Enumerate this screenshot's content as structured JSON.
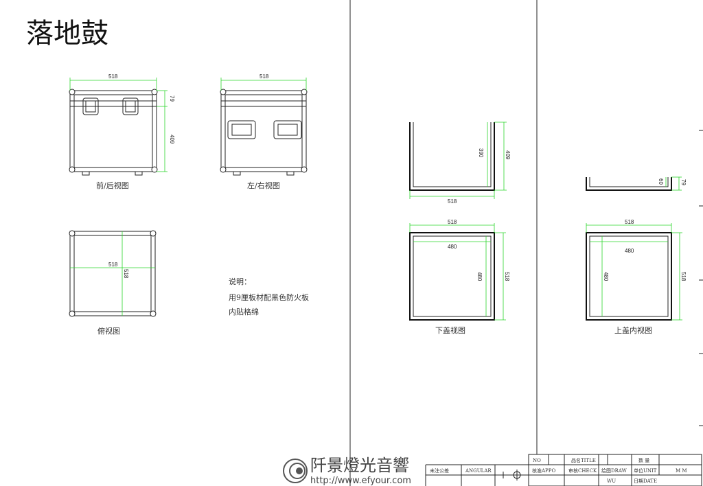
{
  "title": "落地鼓",
  "views": {
    "front": {
      "label": "前/后视图",
      "width": "518",
      "lid_height": "79",
      "body_height": "409"
    },
    "side": {
      "label": "左/右视图",
      "width": "518"
    },
    "top": {
      "label": "俯视图",
      "width": "518",
      "depth": "518"
    },
    "bottom_lid": {
      "label": "下盖视图",
      "inner_height": "390",
      "outer_height": "409",
      "width": "518",
      "inner_width": "480",
      "inner_depth": "480",
      "outer_depth": "518",
      "top_width": "518"
    },
    "top_lid": {
      "label": "上盖内视图",
      "inner_height": "60",
      "outer_height": "79",
      "top_width": "518",
      "inner_width": "480",
      "inner_depth": "480",
      "outer_depth": "518"
    }
  },
  "notes": {
    "heading": "说明：",
    "line1": "用9厘板材配黑色防火板",
    "line2": "内贴格绵"
  },
  "logo": {
    "name": "阡景燈光音響",
    "url": "http://www.efyour.com"
  },
  "title_block": {
    "no": "NO",
    "title": "品名TITLE",
    "quantity": "数 量",
    "tolerance": "未注公差",
    "angular": "ANGULAR",
    "approve": "核准APPO",
    "check": "审核CHECK",
    "draw": "绘图DRAW",
    "unit": "单位UNIT",
    "unit_value": "M M",
    "drawer": "WU",
    "date": "日期DATE"
  }
}
